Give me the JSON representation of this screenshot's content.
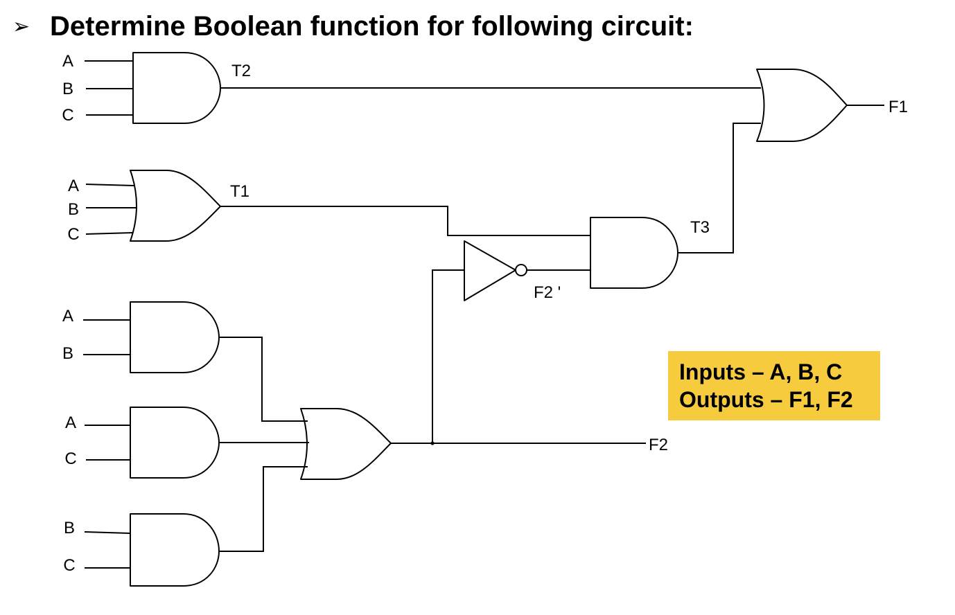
{
  "heading": {
    "bullet": "➢",
    "title": "Determine Boolean function for following circuit:"
  },
  "circuit": {
    "gate1": {
      "type": "AND",
      "inputs": [
        "A",
        "B",
        "C"
      ],
      "output": "T2"
    },
    "gate2": {
      "type": "OR",
      "inputs": [
        "A",
        "B",
        "C"
      ],
      "output": "T1"
    },
    "gate3": {
      "type": "AND",
      "inputs": [
        "A",
        "B"
      ]
    },
    "gate4": {
      "type": "AND",
      "inputs": [
        "A",
        "C"
      ]
    },
    "gate5": {
      "type": "AND",
      "inputs": [
        "B",
        "C"
      ]
    },
    "gate6": {
      "type": "OR",
      "output": "F2"
    },
    "inverter": {
      "type": "NOT",
      "output": "F2 '"
    },
    "gate7": {
      "type": "AND",
      "output": "T3"
    },
    "gate8": {
      "type": "OR",
      "output": "F1"
    }
  },
  "info": {
    "inputs": "Inputs – A, B, C",
    "outputs": "Outputs – F1, F2"
  }
}
